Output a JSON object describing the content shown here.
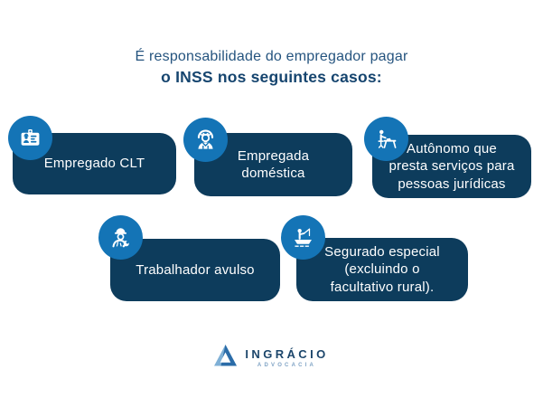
{
  "title": {
    "line1": "É responsabilidade do empregador pagar",
    "line2": "o INSS nos seguintes casos:"
  },
  "cards": [
    {
      "id": "empregado-clt",
      "label": "Empregado CLT",
      "icon": "worker-id-badge-icon"
    },
    {
      "id": "empregada-domestica",
      "label": "Empregada\ndoméstica",
      "icon": "maid-icon"
    },
    {
      "id": "autonomo-pj",
      "label": "Autônomo que\npresta serviços para\npessoas jurídicas",
      "icon": "desk-worker-icon"
    },
    {
      "id": "trabalhador-avulso",
      "label": "Trabalhador avulso",
      "icon": "construction-worker-icon"
    },
    {
      "id": "segurado-especial",
      "label": "Segurado especial\n(excluindo o\nfacultativo rural).",
      "icon": "fisherman-icon"
    }
  ],
  "logo": {
    "name": "INGRÁCIO",
    "subtitle": "ADVOCACIA"
  },
  "colors": {
    "background": "#ffffff",
    "card_navy": "#0d3c5c",
    "icon_circle_blue": "#1474b6",
    "title_navy_regular": "#25547f",
    "title_navy_bold": "#16456f",
    "logo_navy": "#1c466b",
    "logo_light_blue": "#7fa3c5",
    "card_text": "#ffffff"
  }
}
